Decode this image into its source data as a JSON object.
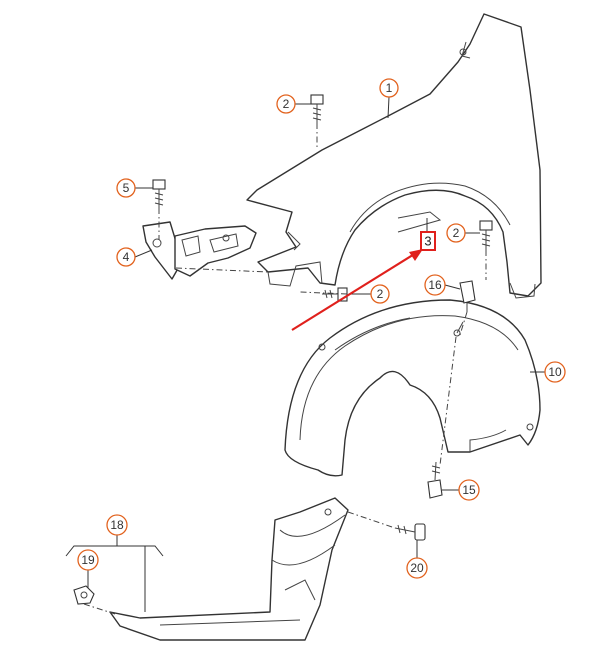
{
  "callouts": {
    "c1": "1",
    "c2a": "2",
    "c2b": "2",
    "c2c": "2",
    "c3": "3",
    "c4": "4",
    "c5": "5",
    "c10": "10",
    "c15": "15",
    "c16": "16",
    "c18": "18",
    "c19": "19",
    "c20": "20"
  },
  "colors": {
    "callout_ring": "#e2631f",
    "highlight": "#e0201c",
    "arrow": "#e0201c",
    "line": "#333333"
  },
  "icons": [
    "fender-part",
    "inner-liner-part",
    "splash-shield-part",
    "mounting-bracket-part",
    "bolt-icon",
    "clip-icon",
    "arrow-icon"
  ]
}
